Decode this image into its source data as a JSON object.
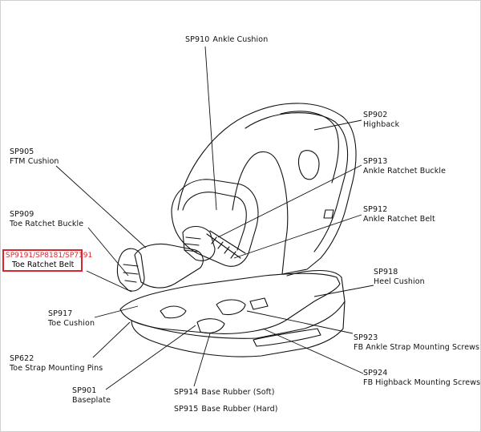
{
  "parts": {
    "sp910": {
      "code": "SP910",
      "name": "Ankle Cushion"
    },
    "sp902": {
      "code": "SP902",
      "name": "Highback"
    },
    "sp905": {
      "code": "SP905",
      "name": "FTM Cushion"
    },
    "sp913": {
      "code": "SP913",
      "name": "Ankle Ratchet Buckle"
    },
    "sp909": {
      "code": "SP909",
      "name": "Toe Ratchet Buckle"
    },
    "sp912": {
      "code": "SP912",
      "name": "Ankle Ratchet Belt"
    },
    "sp_toe_belt": {
      "code": "SP9191/SP8181/SP7191",
      "name": "Toe Ratchet Belt"
    },
    "sp918": {
      "code": "SP918",
      "name": "Heel Cushion"
    },
    "sp917": {
      "code": "SP917",
      "name": "Toe Cushion"
    },
    "sp923": {
      "code": "SP923",
      "name": "FB  Ankle Strap Mounting Screws"
    },
    "sp622": {
      "code": "SP622",
      "name": "Toe Strap Mounting Pins"
    },
    "sp924": {
      "code": "SP924",
      "name": "FB Highback Mounting Screws"
    },
    "sp901": {
      "code": "SP901",
      "name": "Baseplate"
    },
    "sp914": {
      "code": "SP914",
      "name": "Base Rubber (Soft)"
    },
    "sp915": {
      "code": "SP915",
      "name": "Base Rubber (Hard)"
    }
  },
  "colors": {
    "highlight": "#d9262e",
    "line": "#111111"
  }
}
